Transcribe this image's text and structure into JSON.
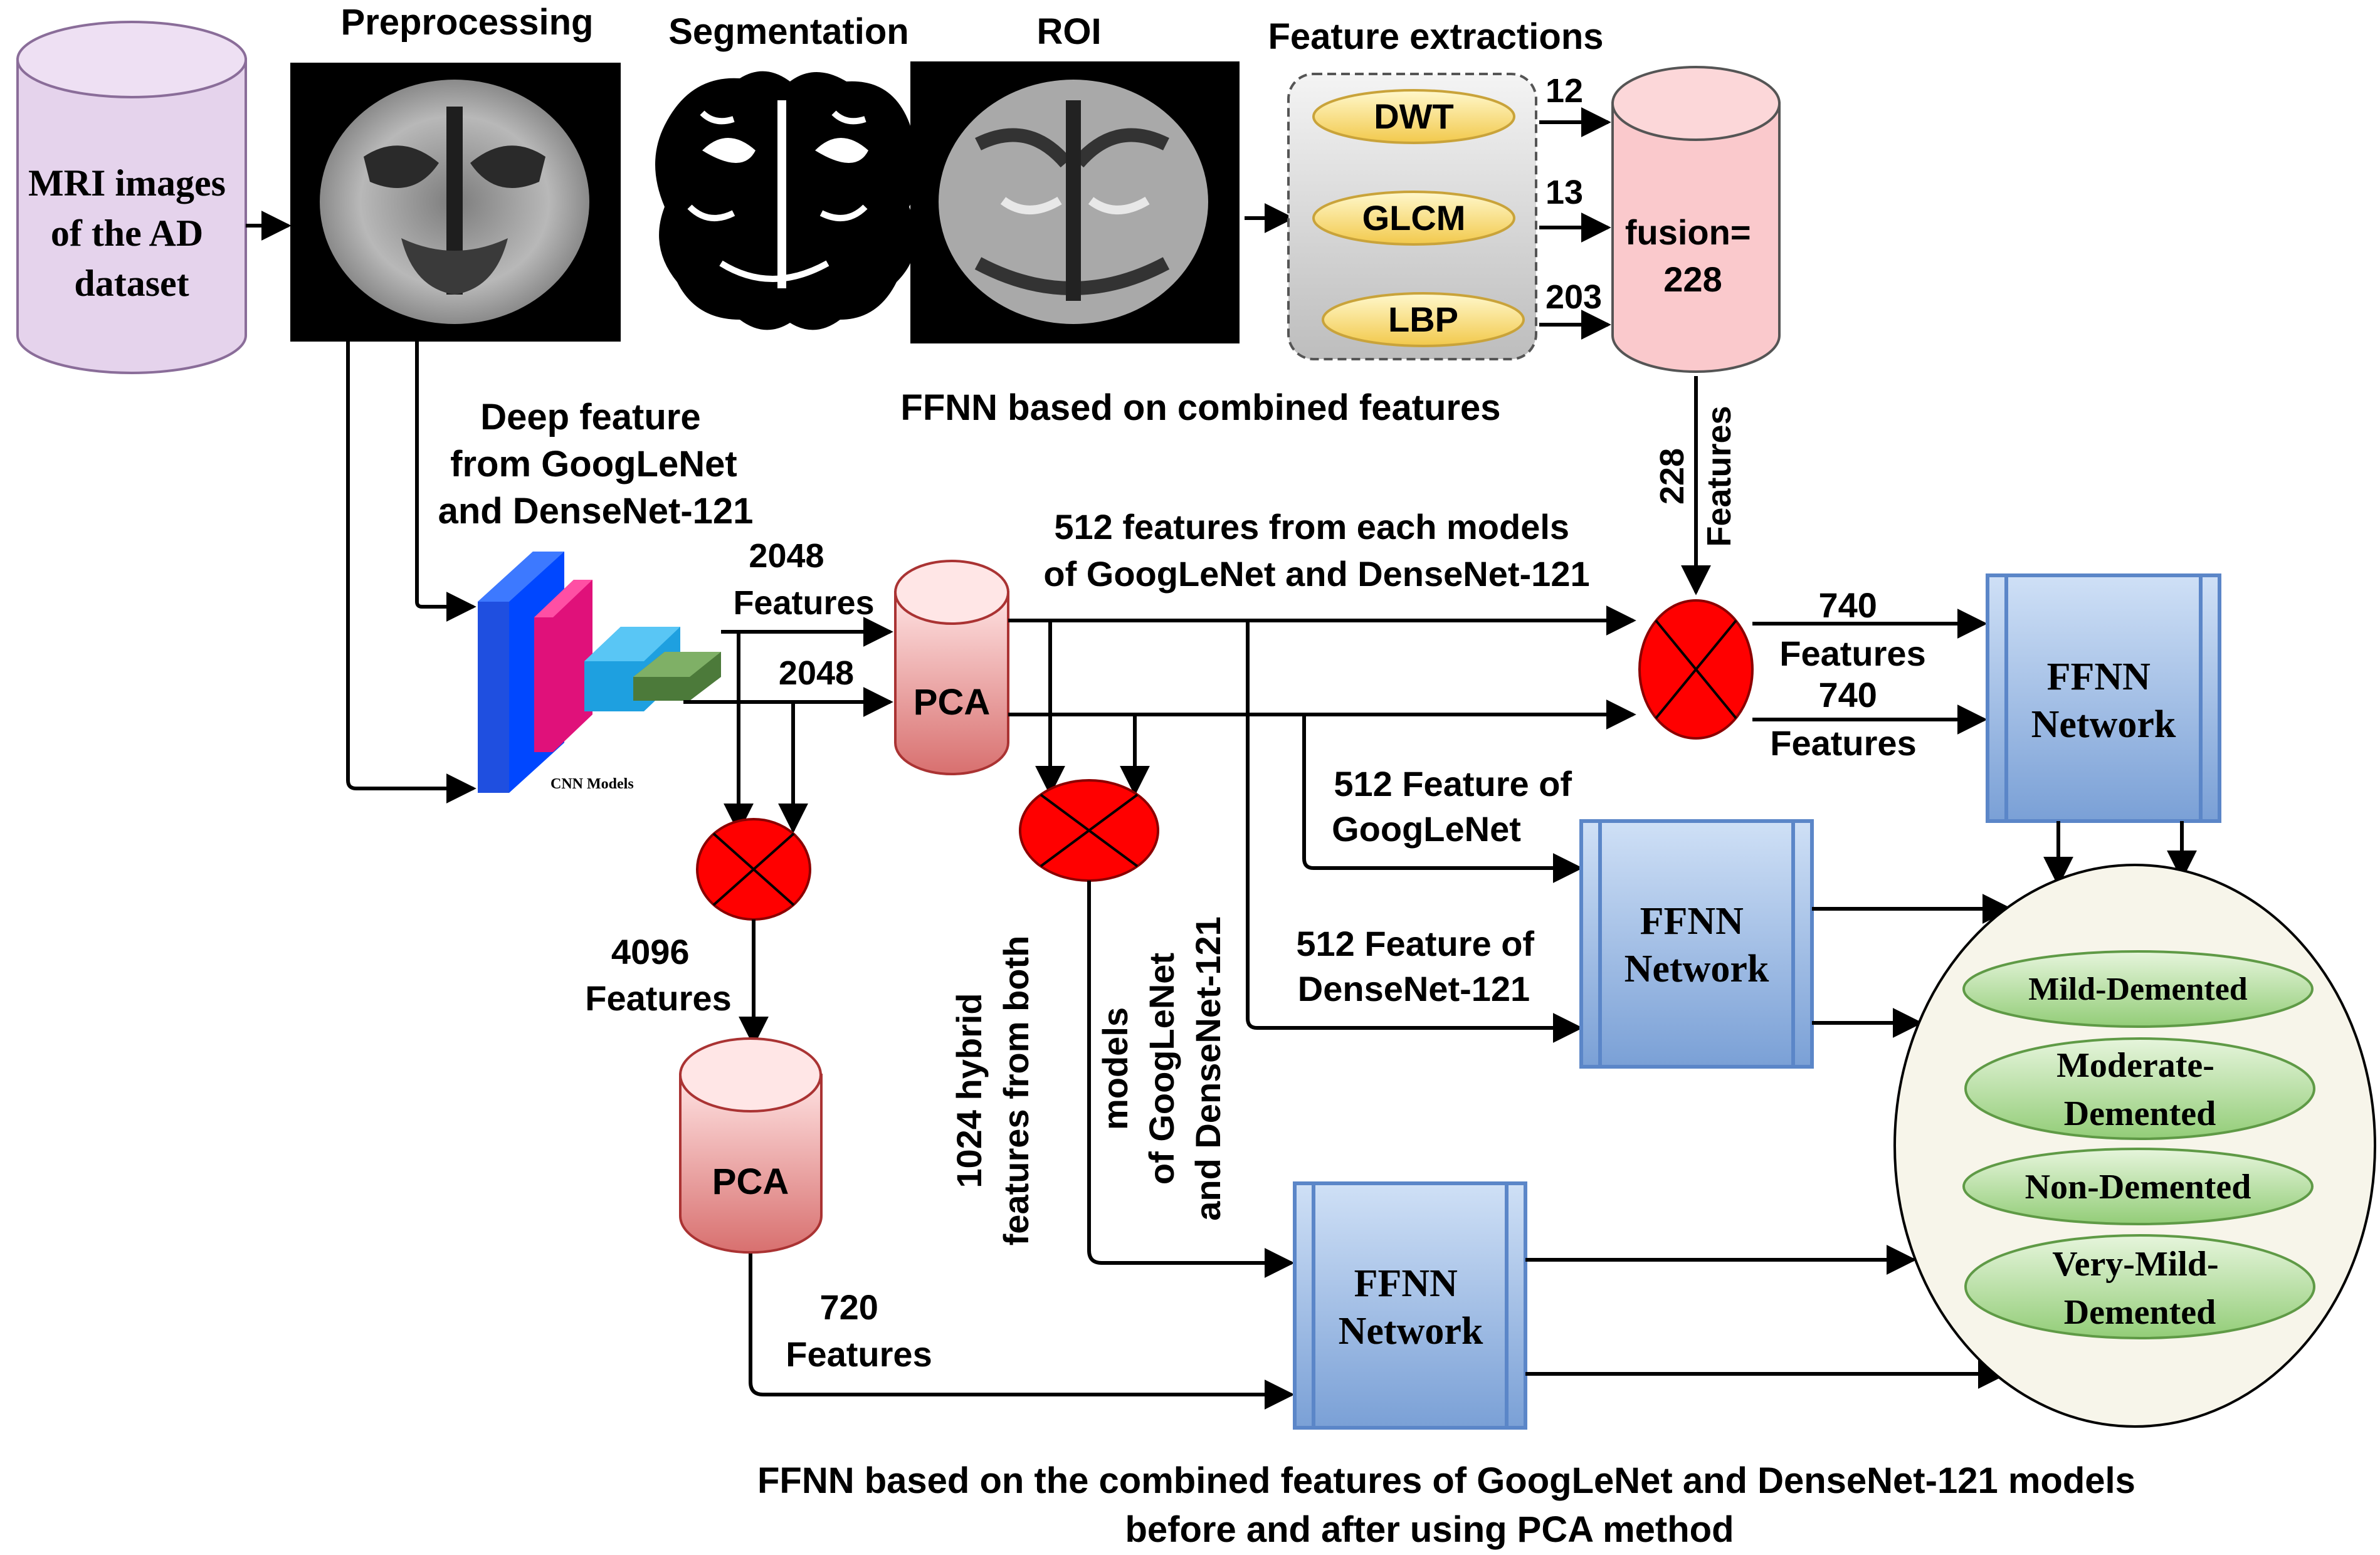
{
  "colors": {
    "db_fill": "#e5d3ec",
    "db_stroke": "#8a6d99",
    "pca_fill_top": "#ffe1e1",
    "pca_fill_bottom": "#d8706f",
    "fusion_fill": "#fac9cc",
    "ffnn_fill_top": "#c8daf2",
    "ffnn_fill_bottom": "#7aa0d6",
    "ffnn_stroke": "#5b86c8",
    "ellipse_fill": "#fdf0b0",
    "ellipse_stroke": "#c9a33a",
    "class_fill": "#b9e2a6",
    "class_stroke": "#5f9a46",
    "result_fill": "#f7f5ea",
    "cross_fill": "#ff0000",
    "cross_stroke": "#8b0000"
  },
  "header": {
    "preprocessing": "Preprocessing",
    "segmentation": "Segmentation",
    "roi": "ROI",
    "feature_extractions": "Feature extractions"
  },
  "dataset": [
    "MRI images",
    "of the AD",
    "dataset"
  ],
  "extractors": [
    "DWT",
    "GLCM",
    "LBP"
  ],
  "extractor_counts": [
    "12",
    "13",
    "203"
  ],
  "fusion": [
    "fusion=",
    "228"
  ],
  "ffnn_combined_caption": "FFNN based on combined features",
  "deep_feature": [
    "Deep feature",
    "from GoogLeNet",
    "and DenseNet-121"
  ],
  "cnn_label": "CNN Models",
  "feat_2048_a": [
    "2048",
    "Features"
  ],
  "feat_2048_b": "2048",
  "pca_label": "PCA",
  "models_512": [
    "512 features from each models",
    "of GoogLeNet and DenseNet-121"
  ],
  "feat_228_vertical": [
    "228",
    "Features"
  ],
  "feat_740_a": [
    "740",
    "Features"
  ],
  "feat_740_b": [
    "740",
    "Features"
  ],
  "ffnn_label": [
    "FFNN",
    "Network"
  ],
  "feat_512_googlenet": [
    "512 Feature of",
    "GoogLeNet"
  ],
  "feat_512_densenet": [
    "512 Feature of",
    "DenseNet-121"
  ],
  "feat_4096": [
    "4096",
    "Features"
  ],
  "hybrid_1024": [
    "1024 hybrid",
    "features from both"
  ],
  "hybrid_models": [
    "models",
    "of GoogLeNet",
    "and DenseNet-121"
  ],
  "feat_720": [
    "720",
    "Features"
  ],
  "classes": [
    "Mild-Demented",
    [
      "Moderate-",
      "Demented"
    ],
    "Non-Demented",
    [
      "Very-Mild-",
      "Demented"
    ]
  ],
  "footer_caption": [
    "FFNN based on the combined features of GoogLeNet and DenseNet-121 models",
    "before and after using PCA method"
  ]
}
